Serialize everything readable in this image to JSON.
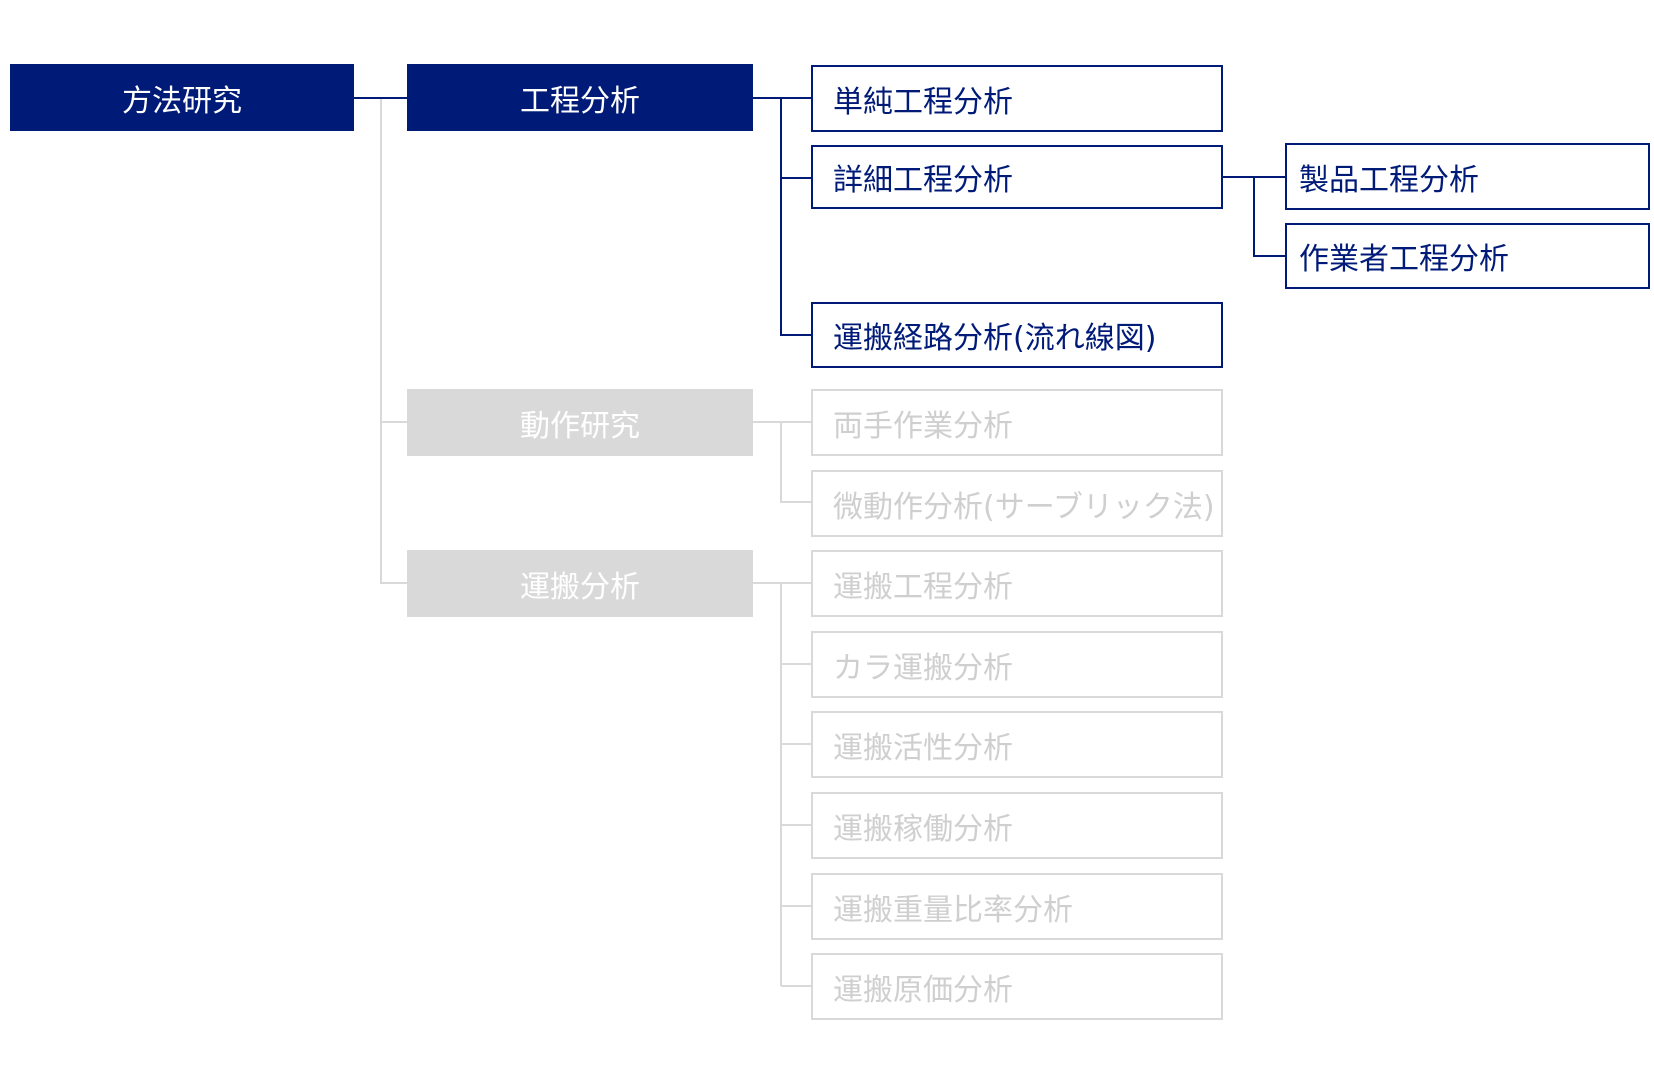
{
  "root": {
    "label": "方法研究"
  },
  "level2": [
    {
      "label": "工程分析",
      "active": true
    },
    {
      "label": "動作研究",
      "active": false
    },
    {
      "label": "運搬分析",
      "active": false
    }
  ],
  "level3": [
    {
      "label": "単純工程分析",
      "active": true
    },
    {
      "label": "詳細工程分析",
      "active": true
    },
    {
      "label": "運搬経路分析(流れ線図)",
      "active": true
    },
    {
      "label": "両手作業分析",
      "active": false
    },
    {
      "label": "微動作分析(サーブリック法)",
      "active": false
    },
    {
      "label": "運搬工程分析",
      "active": false
    },
    {
      "label": "カラ運搬分析",
      "active": false
    },
    {
      "label": "運搬活性分析",
      "active": false
    },
    {
      "label": "運搬稼働分析",
      "active": false
    },
    {
      "label": "運搬重量比率分析",
      "active": false
    },
    {
      "label": "運搬原価分析",
      "active": false
    }
  ],
  "level4": [
    {
      "label": "製品工程分析",
      "active": true
    },
    {
      "label": "作業者工程分析",
      "active": true
    }
  ],
  "colors": {
    "active": "#001a78",
    "inactive": "#d9d9d9"
  }
}
